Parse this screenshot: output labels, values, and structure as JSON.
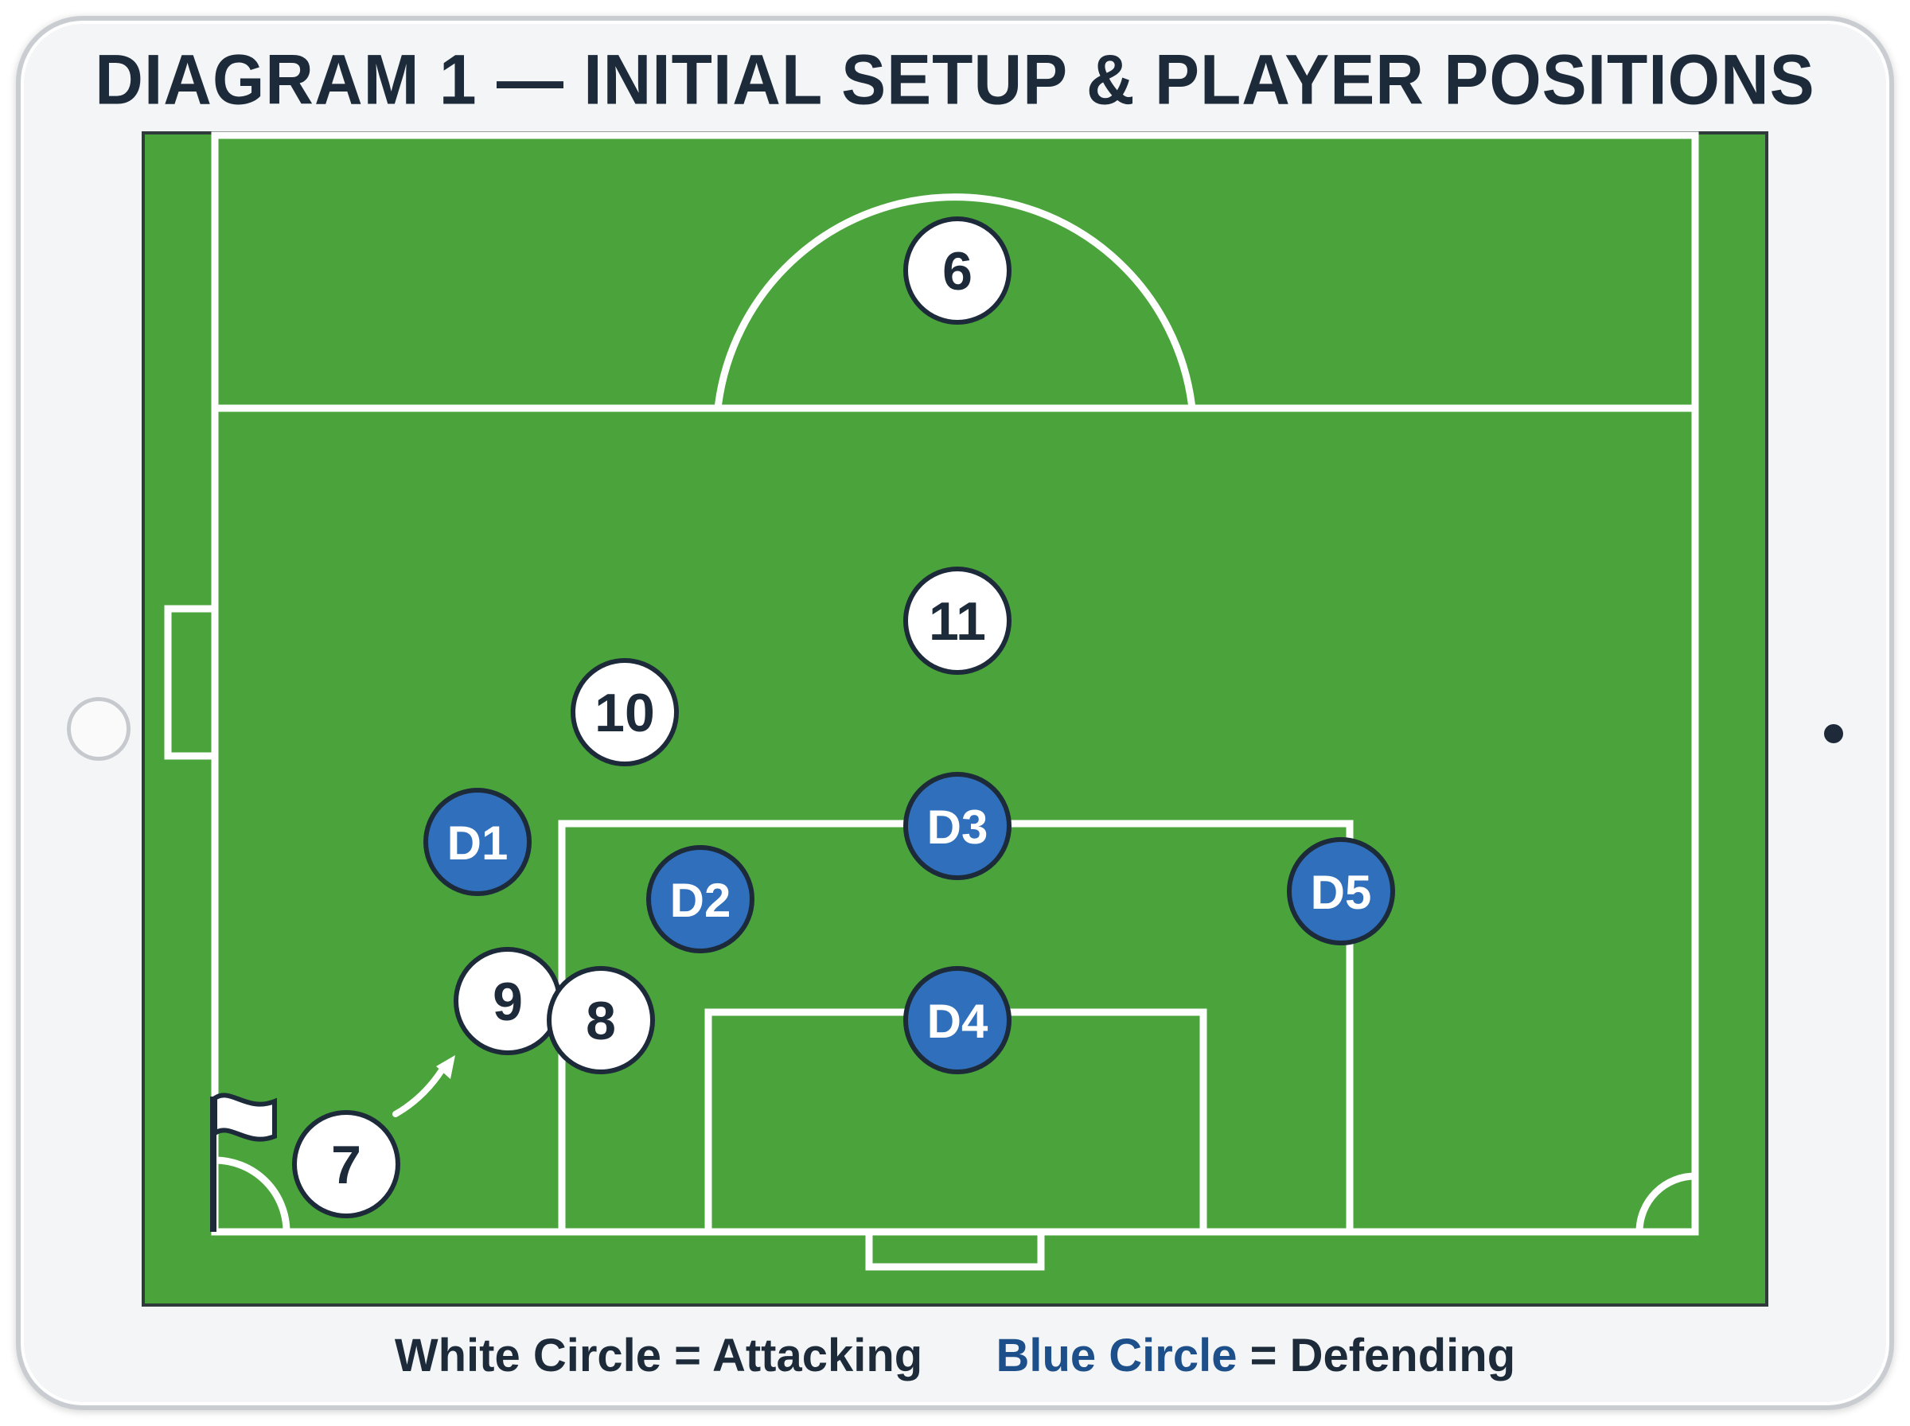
{
  "title": "DIAGRAM 1 — INITIAL SETUP & PLAYER POSITIONS",
  "legend": {
    "white_label": "White Circle",
    "white_meaning": "= Attacking",
    "blue_label": "Blue Circle",
    "blue_meaning": "= Defending"
  },
  "colors": {
    "pitch": "#4aa43b",
    "line": "#ffffff",
    "attacker_fill": "#ffffff",
    "defender_fill": "#2f6fbb",
    "outline": "#1c2a3a"
  },
  "players": {
    "attackers": [
      "6",
      "11",
      "10",
      "9",
      "8",
      "7"
    ],
    "defenders": [
      "D1",
      "D2",
      "D3",
      "D4",
      "D5"
    ]
  },
  "icons": [
    "corner-flag-icon",
    "run-arrow-icon"
  ]
}
